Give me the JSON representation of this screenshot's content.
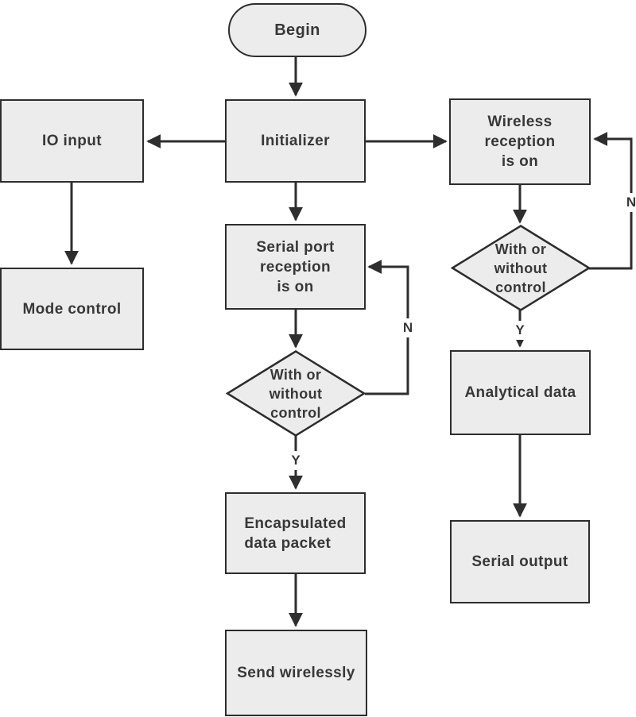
{
  "diagram": {
    "type": "flowchart",
    "background": "#ffffff",
    "colors": {
      "node_fill": "#ececec",
      "node_border": "#2d2d2d",
      "connector": "#2e2e2e",
      "text": "#383838"
    },
    "nodes": {
      "begin": {
        "label": "Begin",
        "shape": "terminator"
      },
      "io_input": {
        "label": "IO input",
        "shape": "process"
      },
      "initializer": {
        "label": "Initializer",
        "shape": "process"
      },
      "wireless_reception": {
        "label": "Wireless\nreception\nis on",
        "shape": "process"
      },
      "mode_control": {
        "label": "Mode control",
        "shape": "process"
      },
      "serial_port_reception": {
        "label": "Serial port\nreception\nis on",
        "shape": "process"
      },
      "with_without_control_serial": {
        "label": "With or\nwithout\ncontrol",
        "shape": "decision"
      },
      "with_without_control_wireless": {
        "label": "With or\nwithout\ncontrol",
        "shape": "decision"
      },
      "encapsulated_data_packet": {
        "label": "Encapsulated\ndata packet",
        "shape": "process"
      },
      "send_wirelessly": {
        "label": "Send wirelessly",
        "shape": "process"
      },
      "analytical_data": {
        "label": "Analytical data",
        "shape": "process"
      },
      "serial_output": {
        "label": "Serial output",
        "shape": "process"
      }
    },
    "edge_labels": {
      "yes": "Y",
      "no": "N"
    },
    "edges": [
      {
        "from": "begin",
        "to": "initializer",
        "label": ""
      },
      {
        "from": "initializer",
        "to": "io_input",
        "label": ""
      },
      {
        "from": "initializer",
        "to": "wireless_reception",
        "label": ""
      },
      {
        "from": "initializer",
        "to": "serial_port_reception",
        "label": ""
      },
      {
        "from": "io_input",
        "to": "mode_control",
        "label": ""
      },
      {
        "from": "serial_port_reception",
        "to": "with_without_control_serial",
        "label": ""
      },
      {
        "from": "with_without_control_serial",
        "to": "encapsulated_data_packet",
        "label": "Y"
      },
      {
        "from": "with_without_control_serial",
        "to": "serial_port_reception",
        "label": "N"
      },
      {
        "from": "encapsulated_data_packet",
        "to": "send_wirelessly",
        "label": ""
      },
      {
        "from": "wireless_reception",
        "to": "with_without_control_wireless",
        "label": ""
      },
      {
        "from": "with_without_control_wireless",
        "to": "analytical_data",
        "label": "Y"
      },
      {
        "from": "with_without_control_wireless",
        "to": "wireless_reception",
        "label": "N"
      },
      {
        "from": "analytical_data",
        "to": "serial_output",
        "label": ""
      }
    ]
  }
}
